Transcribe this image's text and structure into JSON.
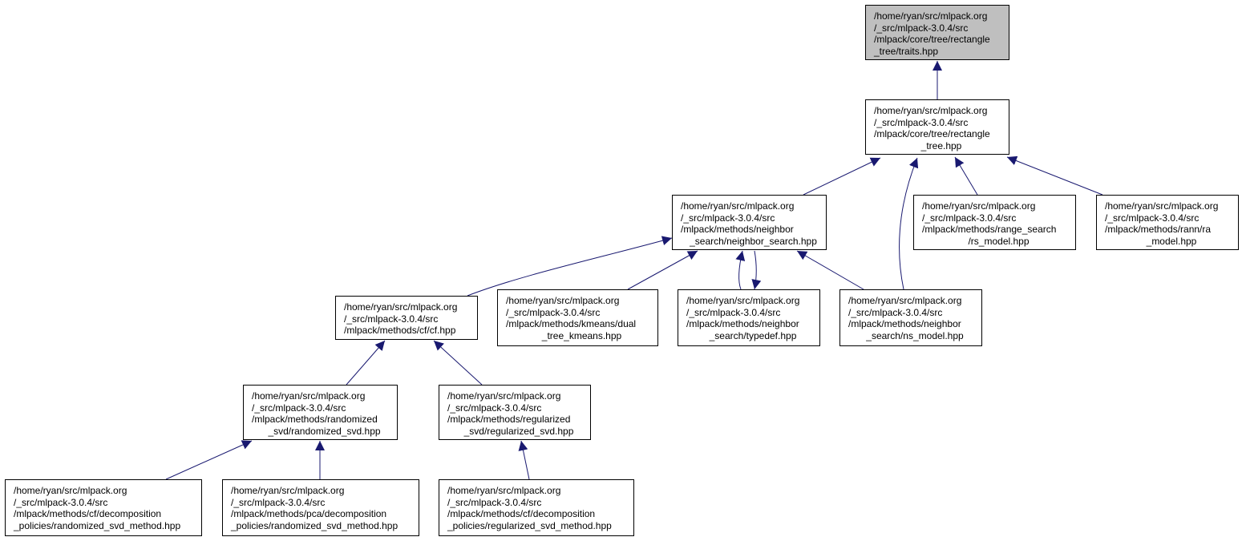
{
  "colors": {
    "edge": "#191970",
    "border": "#000000",
    "highlight": "#bfbfbf",
    "background": "#ffffff"
  },
  "nodes": [
    {
      "id": "traits",
      "current": true,
      "lines": [
        "/home/ryan/src/mlpack.org",
        "/_src/mlpack-3.0.4/src",
        "/mlpack/core/tree/rectangle",
        "_tree/traits.hpp"
      ]
    },
    {
      "id": "rectangle_tree",
      "lines": [
        "/home/ryan/src/mlpack.org",
        "/_src/mlpack-3.0.4/src",
        "/mlpack/core/tree/rectangle",
        "_tree.hpp"
      ]
    },
    {
      "id": "neighbor_search",
      "lines": [
        "/home/ryan/src/mlpack.org",
        "/_src/mlpack-3.0.4/src",
        "/mlpack/methods/neighbor",
        "_search/neighbor_search.hpp"
      ]
    },
    {
      "id": "rs_model",
      "lines": [
        "/home/ryan/src/mlpack.org",
        "/_src/mlpack-3.0.4/src",
        "/mlpack/methods/range_search",
        "/rs_model.hpp"
      ]
    },
    {
      "id": "ra_model",
      "lines": [
        "/home/ryan/src/mlpack.org",
        "/_src/mlpack-3.0.4/src",
        "/mlpack/methods/rann/ra",
        "_model.hpp"
      ]
    },
    {
      "id": "cf",
      "lines": [
        "/home/ryan/src/mlpack.org",
        "/_src/mlpack-3.0.4/src",
        "/mlpack/methods/cf/cf.hpp"
      ]
    },
    {
      "id": "dual_tree_kmeans",
      "lines": [
        "/home/ryan/src/mlpack.org",
        "/_src/mlpack-3.0.4/src",
        "/mlpack/methods/kmeans/dual",
        "_tree_kmeans.hpp"
      ]
    },
    {
      "id": "typedef",
      "lines": [
        "/home/ryan/src/mlpack.org",
        "/_src/mlpack-3.0.4/src",
        "/mlpack/methods/neighbor",
        "_search/typedef.hpp"
      ]
    },
    {
      "id": "ns_model",
      "lines": [
        "/home/ryan/src/mlpack.org",
        "/_src/mlpack-3.0.4/src",
        "/mlpack/methods/neighbor",
        "_search/ns_model.hpp"
      ]
    },
    {
      "id": "randomized_svd",
      "lines": [
        "/home/ryan/src/mlpack.org",
        "/_src/mlpack-3.0.4/src",
        "/mlpack/methods/randomized",
        "_svd/randomized_svd.hpp"
      ]
    },
    {
      "id": "regularized_svd",
      "lines": [
        "/home/ryan/src/mlpack.org",
        "/_src/mlpack-3.0.4/src",
        "/mlpack/methods/regularized",
        "_svd/regularized_svd.hpp"
      ]
    },
    {
      "id": "cf_randomized_svd_method",
      "lines": [
        "/home/ryan/src/mlpack.org",
        "/_src/mlpack-3.0.4/src",
        "/mlpack/methods/cf/decomposition",
        "_policies/randomized_svd_method.hpp"
      ]
    },
    {
      "id": "pca_randomized_svd_method",
      "lines": [
        "/home/ryan/src/mlpack.org",
        "/_src/mlpack-3.0.4/src",
        "/mlpack/methods/pca/decomposition",
        "_policies/randomized_svd_method.hpp"
      ]
    },
    {
      "id": "cf_regularized_svd_method",
      "lines": [
        "/home/ryan/src/mlpack.org",
        "/_src/mlpack-3.0.4/src",
        "/mlpack/methods/cf/decomposition",
        "_policies/regularized_svd_method.hpp"
      ]
    }
  ],
  "edges": [
    {
      "from": "rectangle_tree",
      "to": "traits"
    },
    {
      "from": "neighbor_search",
      "to": "rectangle_tree"
    },
    {
      "from": "ns_model",
      "to": "rectangle_tree"
    },
    {
      "from": "rs_model",
      "to": "rectangle_tree"
    },
    {
      "from": "ra_model",
      "to": "rectangle_tree"
    },
    {
      "from": "cf",
      "to": "neighbor_search"
    },
    {
      "from": "dual_tree_kmeans",
      "to": "neighbor_search"
    },
    {
      "from": "typedef",
      "to": "neighbor_search"
    },
    {
      "from": "neighbor_search",
      "to": "typedef"
    },
    {
      "from": "ns_model",
      "to": "neighbor_search"
    },
    {
      "from": "randomized_svd",
      "to": "cf"
    },
    {
      "from": "regularized_svd",
      "to": "cf"
    },
    {
      "from": "cf_randomized_svd_method",
      "to": "randomized_svd"
    },
    {
      "from": "pca_randomized_svd_method",
      "to": "randomized_svd"
    },
    {
      "from": "cf_regularized_svd_method",
      "to": "regularized_svd"
    }
  ]
}
